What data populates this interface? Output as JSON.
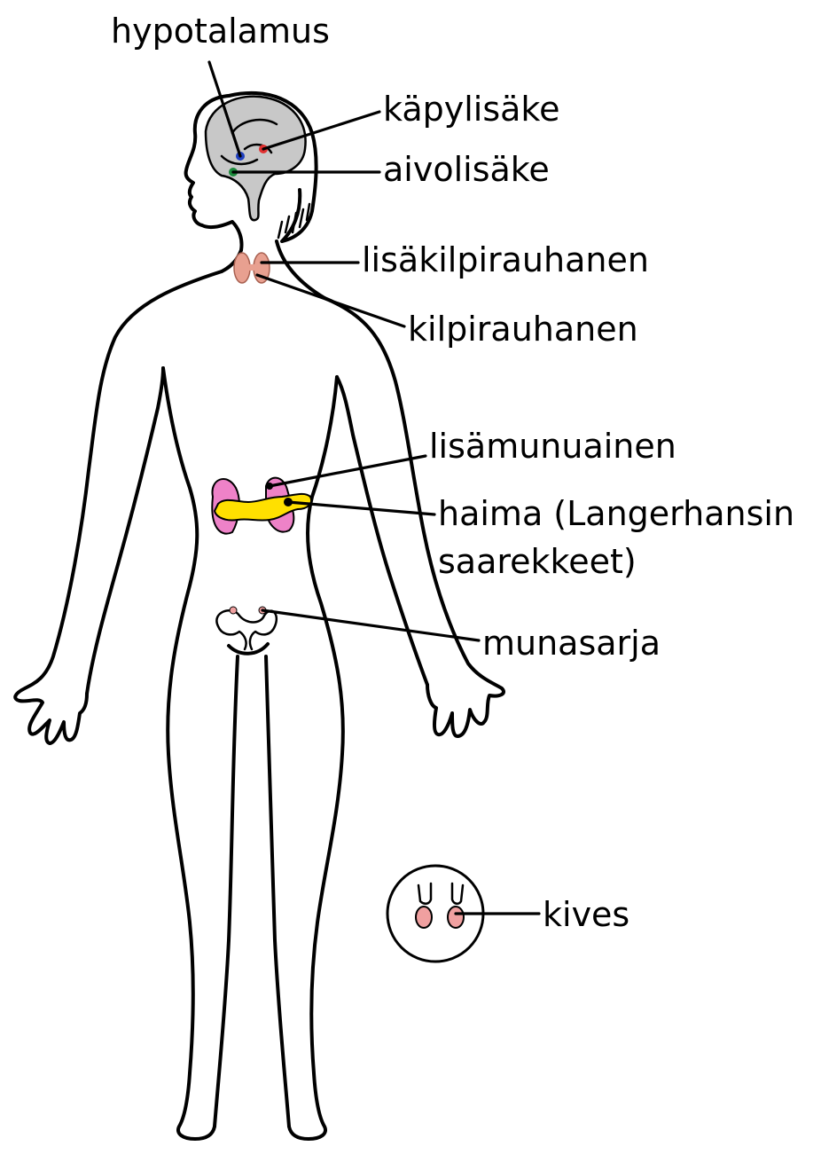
{
  "diagram": {
    "labels": {
      "hypothalamus": "hypotalamus",
      "pineal": "käpylisäke",
      "pituitary": "aivolisäke",
      "parathyroid": "lisäkilpirauhanen",
      "thyroid": "kilpirauhanen",
      "adrenal": "lisämunuainen",
      "pancreas_line1": "haima (Langerhansin",
      "pancreas_line2": "saarekkeet)",
      "ovary": "munasarja",
      "testis": "kives"
    },
    "colors": {
      "outline": "#000000",
      "brain": "#c8c8c8",
      "hypothalamus_dot": "#1f3fbf",
      "pineal_dot": "#e03030",
      "pituitary_dot": "#1a8a3a",
      "thyroid": "#e8a090",
      "adrenal": "#ee82c8",
      "pancreas": "#ffe000",
      "ovary": "#f0a0a0",
      "testis": "#f0a0a0"
    }
  }
}
